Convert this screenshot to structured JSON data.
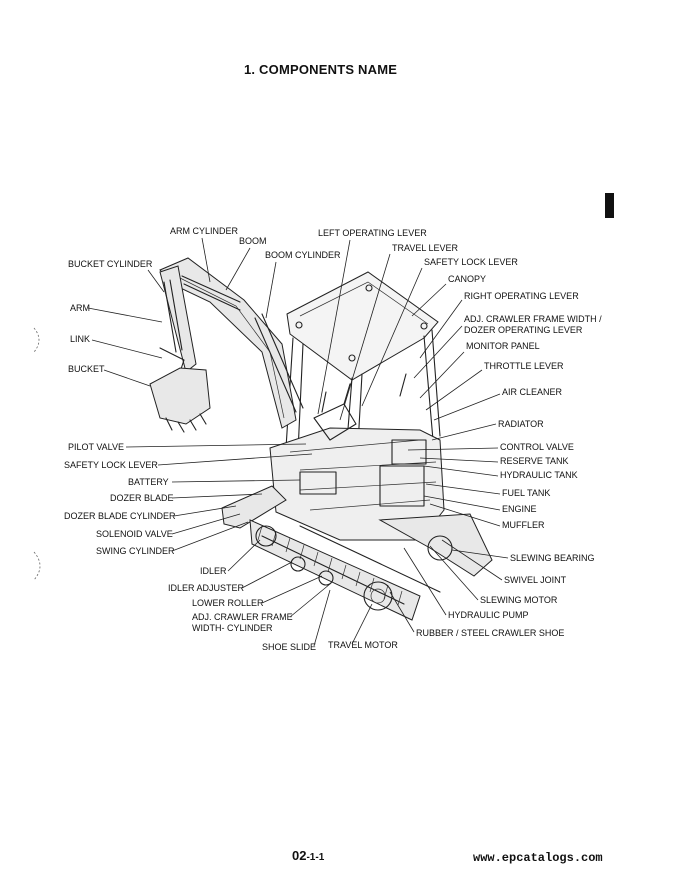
{
  "page": {
    "title": "1.  COMPONENTS NAME",
    "page_number_main": "02",
    "page_number_sub": "-1-1",
    "website": "www.epcatalogs.com"
  },
  "labels": {
    "arm_cylinder": "ARM CYLINDER",
    "boom": "BOOM",
    "boom_cylinder": "BOOM CYLINDER",
    "bucket_cylinder": "BUCKET CYLINDER",
    "arm": "ARM",
    "link": "LINK",
    "bucket": "BUCKET",
    "left_operating_lever": "LEFT OPERATING LEVER",
    "travel_lever": "TRAVEL LEVER",
    "safety_lock_lever_right": "SAFETY LOCK LEVER",
    "canopy": "CANOPY",
    "right_operating_lever": "RIGHT OPERATING LEVER",
    "adj_crawler_frame_width_1": "ADJ. CRAWLER FRAME WIDTH /",
    "adj_crawler_frame_width_2": "DOZER OPERATING LEVER",
    "monitor_panel": "MONITOR PANEL",
    "throttle_lever": "THROTTLE LEVER",
    "air_cleaner": "AIR CLEANER",
    "radiator": "RADIATOR",
    "control_valve": "CONTROL VALVE",
    "reserve_tank": "RESERVE TANK",
    "hydraulic_tank": "HYDRAULIC TANK",
    "fuel_tank": "FUEL TANK",
    "engine": "ENGINE",
    "muffler": "MUFFLER",
    "slewing_bearing": "SLEWING BEARING",
    "swivel_joint": "SWIVEL JOINT",
    "slewing_motor": "SLEWING MOTOR",
    "hydraulic_pump": "HYDRAULIC PUMP",
    "rubber_steel_crawler_shoe": "RUBBER / STEEL CRAWLER SHOE",
    "pilot_valve": "PILOT VALVE",
    "safety_lock_lever_left": "SAFETY LOCK LEVER",
    "battery": "BATTERY",
    "dozer_blade": "DOZER BLADE",
    "dozer_blade_cylinder": "DOZER BLADE CYLINDER",
    "solenoid_valve": "SOLENOID VALVE",
    "swing_cylinder": "SWING CYLINDER",
    "idler": "IDLER",
    "idler_adjuster": "IDLER ADJUSTER",
    "lower_roller": "LOWER ROLLER",
    "adj_crawler_frame_cyl_1": "ADJ. CRAWLER FRAME",
    "adj_crawler_frame_cyl_2": "WIDTH- CYLINDER",
    "shoe_slide": "SHOE SLIDE",
    "travel_motor": "TRAVEL MOTOR"
  }
}
